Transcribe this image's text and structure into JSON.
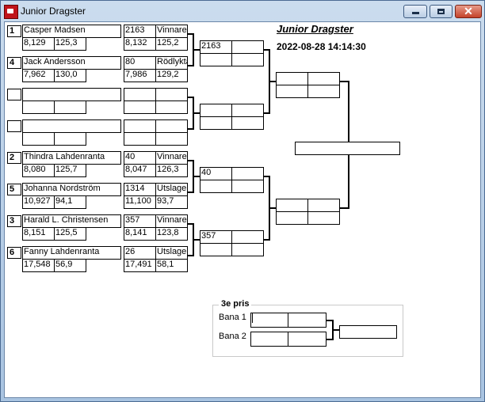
{
  "window": {
    "title": "Junior Dragster",
    "close_glyph": "✕"
  },
  "header": {
    "heading": "Junior Dragster",
    "datetime": "2022-08-28 14:14:30"
  },
  "round1": [
    {
      "seed": "1",
      "name": "Casper Madsen",
      "rt": "8,129",
      "speed": "125,3",
      "num": "2163",
      "result": "Vinnare",
      "time": "8,132",
      "speed2": "125,2"
    },
    {
      "seed": "4",
      "name": "Jack Andersson",
      "rt": "7,962",
      "speed": "130,0",
      "num": "80",
      "result": "Rödlykta",
      "time": "7,986",
      "speed2": "129,2"
    },
    {
      "seed": "",
      "name": "",
      "rt": "",
      "speed": "",
      "num": "",
      "result": "",
      "time": "",
      "speed2": ""
    },
    {
      "seed": "",
      "name": "",
      "rt": "",
      "speed": "",
      "num": "",
      "result": "",
      "time": "",
      "speed2": ""
    },
    {
      "seed": "2",
      "name": "Thindra Lahdenranta",
      "rt": "8,080",
      "speed": "125,7",
      "num": "40",
      "result": "Vinnare",
      "time": "8,047",
      "speed2": "126,3"
    },
    {
      "seed": "5",
      "name": "Johanna Nordström",
      "rt": "10,927",
      "speed": "94,1",
      "num": "1314",
      "result": "Utslagen",
      "time": "11,100",
      "speed2": "93,7"
    },
    {
      "seed": "3",
      "name": "Harald L. Christensen",
      "rt": "8,151",
      "speed": "125,5",
      "num": "357",
      "result": "Vinnare",
      "time": "8,141",
      "speed2": "123,8"
    },
    {
      "seed": "6",
      "name": "Fanny Lahdenranta",
      "rt": "17,548",
      "speed": "56,9",
      "num": "26",
      "result": "Utslagen",
      "time": "17,491",
      "speed2": "58,1"
    }
  ],
  "round2": [
    {
      "num": "2163"
    },
    {
      "num": ""
    },
    {
      "num": "40"
    },
    {
      "num": "357"
    }
  ],
  "third_place": {
    "legend": "3e pris",
    "lane1_label": "Bana 1",
    "lane2_label": "Bana 2"
  }
}
